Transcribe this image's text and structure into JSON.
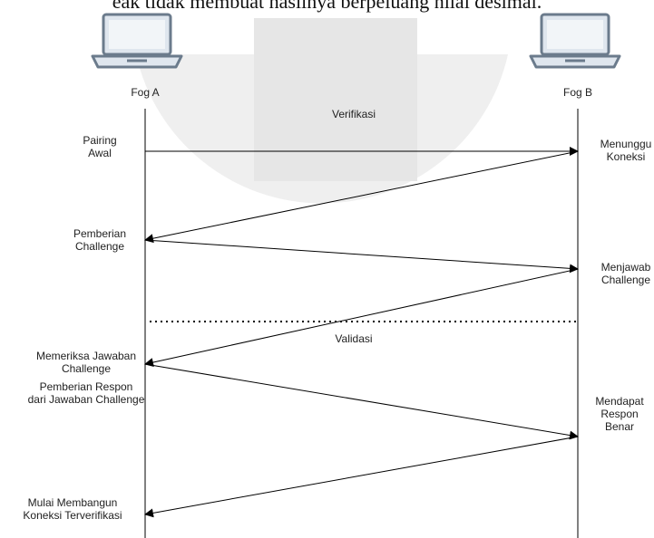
{
  "top_text": "eak tidak membuat hasilnya berpeluang nilai desimal.",
  "nodes": {
    "left": "Fog A",
    "right": "Fog B"
  },
  "icons": {
    "left": "laptop-icon",
    "right": "laptop-icon"
  },
  "phases": {
    "verification": "Verifikasi",
    "validation": "Validasi"
  },
  "steps": {
    "pairing": [
      "Pairing",
      "Awal"
    ],
    "wait": [
      "Menunggu",
      "Koneksi"
    ],
    "challenge_give": [
      "Pemberian",
      "Challenge"
    ],
    "challenge_answer": [
      "Menjawab",
      "Challenge"
    ],
    "check_answer": [
      "Memeriksa Jawaban",
      "Challenge"
    ],
    "give_response": [
      "Pemberian Respon",
      "dari Jawaban Challenge"
    ],
    "get_response": [
      "Mendapat",
      "Respon",
      "Benar"
    ],
    "start_build": [
      "Mulai Membangun",
      "Koneksi Terverifikasi"
    ]
  },
  "colors": {
    "line": "#000000",
    "laptop": "#6b7b8c",
    "laptop_screen": "#dfe6ee",
    "watermark": "#ededed"
  }
}
